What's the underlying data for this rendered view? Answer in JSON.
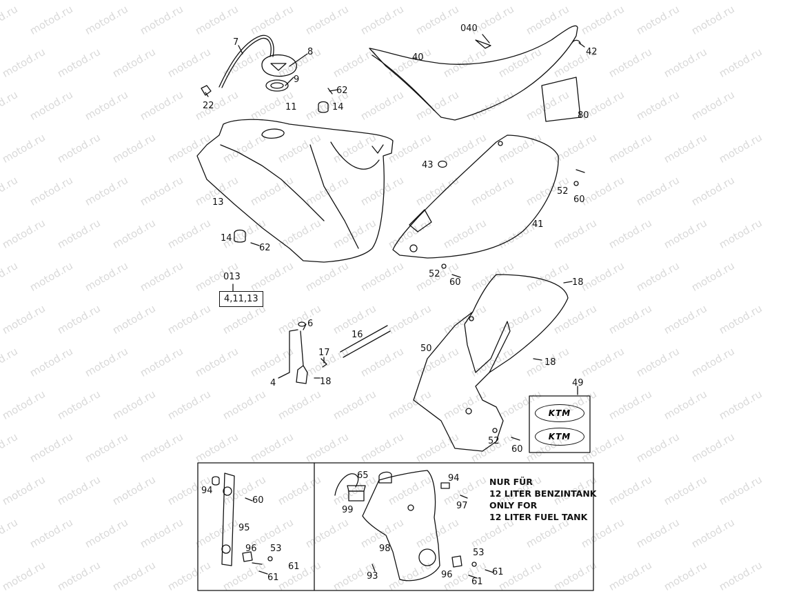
{
  "watermark": "motod.ru",
  "callouts": {
    "c7": "7",
    "c8": "8",
    "c9": "9",
    "c22": "22",
    "c62a": "62",
    "c11": "11",
    "c14a": "14",
    "c040": "040",
    "c40": "40",
    "c42": "42",
    "c80": "80",
    "c13": "13",
    "c43": "43",
    "c52a": "52",
    "c60a": "60",
    "c41": "41",
    "c14b": "14",
    "c62b": "62",
    "c52b": "52",
    "c60b": "60",
    "c18a": "18",
    "c013": "013",
    "c6": "6",
    "c16": "16",
    "c17": "17",
    "c4": "4",
    "c18b": "18",
    "c50": "50",
    "c18c": "18",
    "c49": "49",
    "c52c": "52",
    "c60c": "60",
    "c94a": "94",
    "c60d": "60",
    "c95": "95",
    "c96a": "96",
    "c53a": "53",
    "c61a": "61",
    "c61b": "61",
    "c65": "65",
    "c99": "99",
    "c94b": "94",
    "c97": "97",
    "c98": "98",
    "c93": "93",
    "c53b": "53",
    "c96b": "96",
    "c61c": "61",
    "c61d": "61"
  },
  "kit_box": "4,11,13",
  "logo_text": "KTM",
  "note_lines": [
    "NUR FÜR",
    "12 LITER BENZINTANK",
    "ONLY FOR",
    "12 LITER FUEL TANK"
  ]
}
